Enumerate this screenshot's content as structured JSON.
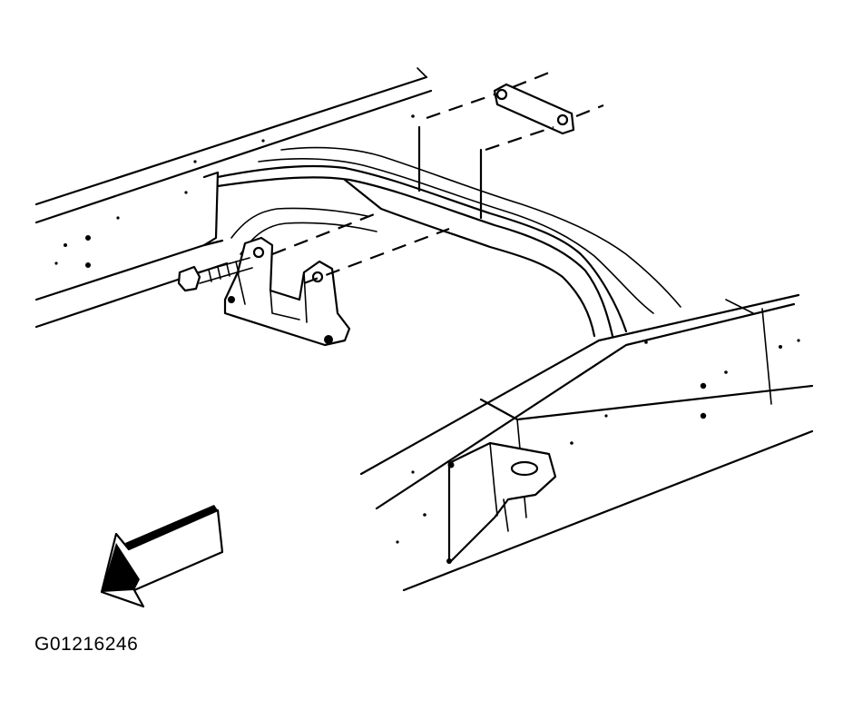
{
  "figure": {
    "code": "G01216246"
  },
  "colors": {
    "line": "#000000",
    "background": "#ffffff"
  },
  "parts": {
    "left_frame_rail": "frame-rail",
    "right_frame_rail": "frame-rail",
    "crossmember": "crossmember",
    "mount_bracket": "mount-bracket",
    "bolt": "bolt",
    "retainer_plate": "retainer-plate",
    "hanger_bracket": "hanger-bracket",
    "direction_arrow": "front-arrow"
  }
}
